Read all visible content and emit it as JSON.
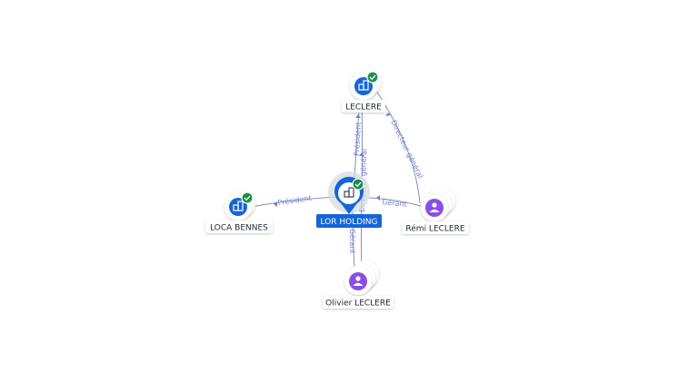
{
  "colors": {
    "company": "#1565d8",
    "person": "#8a4ee8",
    "check": "#1f8e48",
    "edge": "#8391b3",
    "edge_label": "#6d7fd6",
    "main_badge": "#1565d8"
  },
  "nodes": {
    "main": {
      "label": "LOR HOLDING",
      "icon": "building-icon"
    },
    "leclere": {
      "label": "LECLERE",
      "icon": "building-icon"
    },
    "loca_bennes": {
      "label": "LOCA BENNES",
      "icon": "building-icon"
    },
    "remi": {
      "label": "Rémi LECLERE",
      "icon": "person-icon"
    },
    "olivier": {
      "label": "Olivier LECLERE",
      "icon": "person-icon"
    }
  },
  "edges": {
    "main_leclere": "Président",
    "main_loca": "Président",
    "remi_leclere": "Directeur général",
    "remi_main": "Gérant",
    "olivier_main": "Gérant",
    "olivier_leclere": "Directeur général"
  }
}
